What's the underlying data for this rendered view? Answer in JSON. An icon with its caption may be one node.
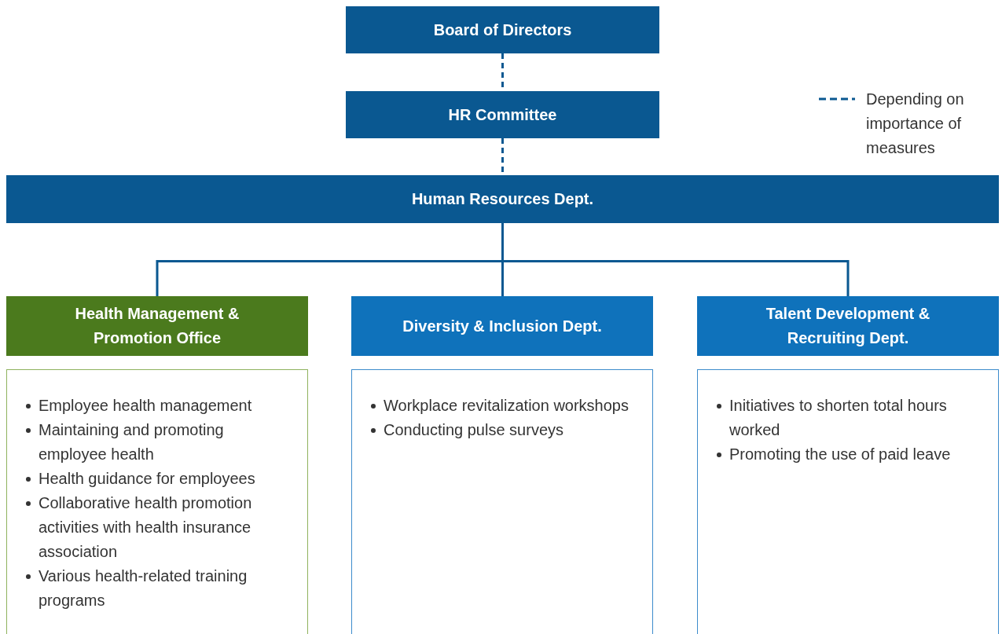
{
  "diagram": {
    "nodes": [
      {
        "text": [
          "Board of Directors"
        ]
      },
      {
        "text": [
          "HR Committee"
        ]
      },
      {
        "text": [
          "Human Resources Dept."
        ]
      },
      {
        "text": [
          "Health Management & Promotion Office"
        ]
      },
      {
        "text": [
          "Diversity & Inclusion Dept."
        ]
      },
      {
        "text": [
          "Talent Development & Recruiting Dept."
        ]
      },
      {
        "text": [
          "Employee health management",
          "Maintaining and promoting employee health",
          "Health guidance for employees",
          "Collaborative health promotion activities with health insurance association",
          "Various health-related training programs"
        ]
      },
      {
        "text": [
          "Workplace revitalization workshops",
          "Conducting pulse surveys"
        ]
      },
      {
        "text": [
          "Initiatives to shorten total hours worked",
          "Promoting the use of paid leave"
        ]
      }
    ],
    "edges": [
      {
        "from": 0,
        "to": 1,
        "arrow": "none",
        "style": "dashed"
      },
      {
        "from": 1,
        "to": 2,
        "arrow": "none",
        "style": "dashed"
      },
      {
        "from": 2,
        "to": 3,
        "arrow": "none"
      },
      {
        "from": 2,
        "to": 4,
        "arrow": "none"
      },
      {
        "from": 2,
        "to": 5,
        "arrow": "none"
      }
    ],
    "legend": [
      {
        "text": "Depending on importance of measures"
      }
    ]
  }
}
